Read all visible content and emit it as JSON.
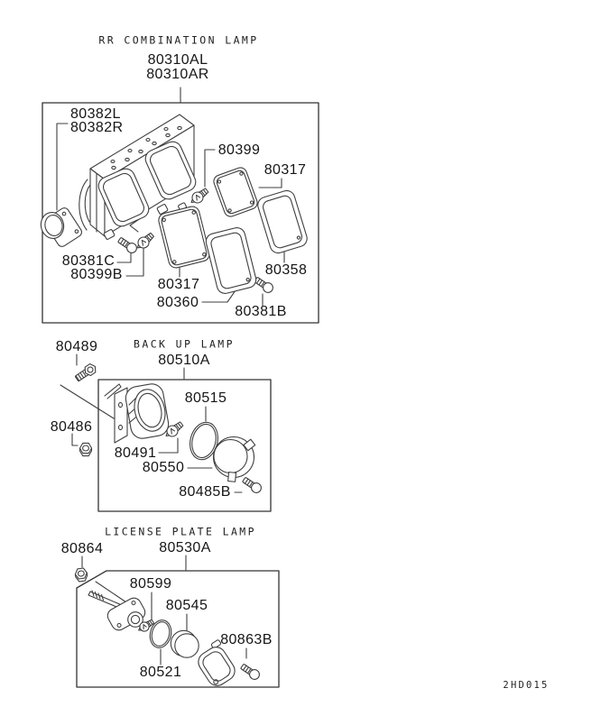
{
  "document": {
    "type": "parts-diagram",
    "drawing_code": "2HD015"
  },
  "sections": [
    {
      "title": "RR COMBINATION LAMP",
      "assembly_codes": [
        "80310AL",
        "80310AR"
      ],
      "parts": [
        "80382L",
        "80382R",
        "80399",
        "80317",
        "80381C",
        "80399B",
        "80317",
        "80360",
        "80358",
        "80381B"
      ]
    },
    {
      "title": "BACK UP LAMP",
      "assembly_codes": [
        "80510A"
      ],
      "parts": [
        "80489",
        "80486",
        "80515",
        "80491",
        "80550",
        "80485B"
      ]
    },
    {
      "title": "LICENSE PLATE LAMP",
      "assembly_codes": [
        "80530A"
      ],
      "parts": [
        "80864",
        "80599",
        "80545",
        "80521",
        "80863B"
      ]
    }
  ],
  "colors": {
    "ink": "#161616",
    "line": "#3f3f3f",
    "background": "#ffffff"
  }
}
